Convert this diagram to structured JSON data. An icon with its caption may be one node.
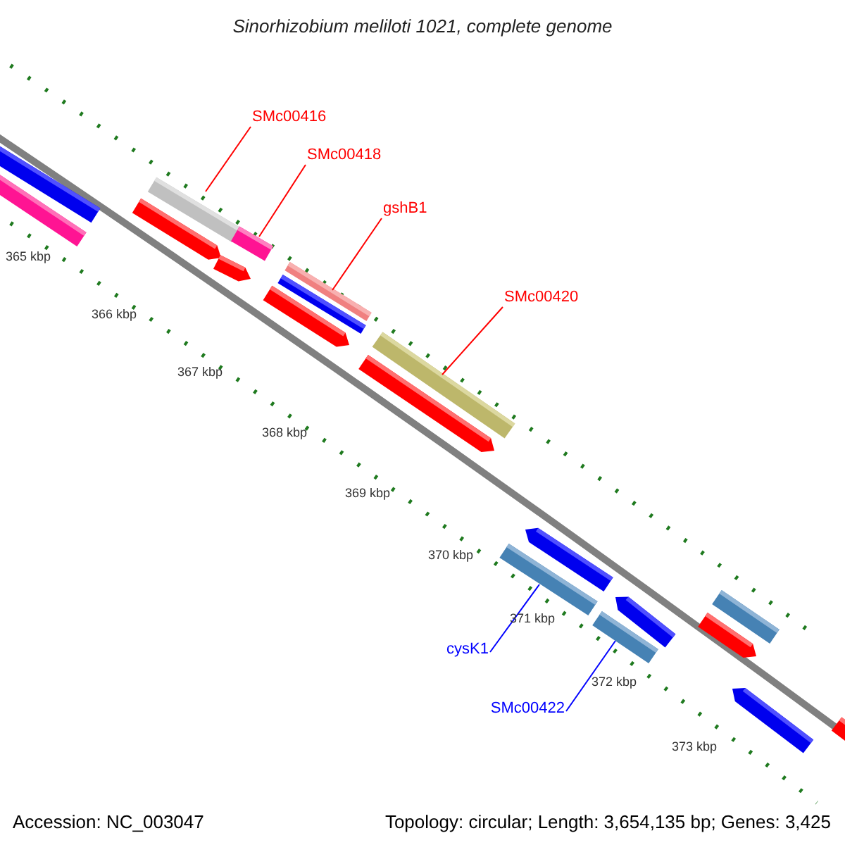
{
  "diagram": {
    "title": "Sinorhizobium meliloti 1021, complete genome",
    "nodes": [
      {
        "text": [
          "SMc00416"
        ]
      },
      {
        "text": [
          "SMc00418"
        ]
      },
      {
        "text": [
          "gshB1"
        ]
      },
      {
        "text": [
          "SMc00420"
        ]
      },
      {
        "text": [
          "cysK1"
        ]
      },
      {
        "text": [
          "SMc00422"
        ]
      },
      {
        "text": [],
        "shape": "bar"
      },
      {
        "text": [],
        "shape": "bar"
      },
      {
        "text": [],
        "shape": "arrow"
      },
      {
        "text": [],
        "shape": "bar"
      },
      {
        "text": [],
        "shape": "arrow"
      },
      {
        "text": [],
        "shape": "bar"
      },
      {
        "text": [],
        "shape": "arrow"
      },
      {
        "text": [],
        "shape": "bar"
      },
      {
        "text": [],
        "shape": "bar"
      },
      {
        "text": [],
        "shape": "arrow"
      },
      {
        "text": [],
        "shape": "bar"
      },
      {
        "text": [],
        "shape": "bar"
      },
      {
        "text": [],
        "shape": "arrow"
      },
      {
        "text": [],
        "shape": "bar"
      },
      {
        "text": [],
        "shape": "arrow"
      },
      {
        "text": [],
        "shape": "arrow"
      },
      {
        "text": [],
        "shape": "bar"
      },
      {
        "text": [],
        "shape": "arrow"
      },
      {
        "text": [],
        "shape": "bar"
      }
    ],
    "edges": [
      {
        "from": 0,
        "to": 9,
        "arrow": "none"
      },
      {
        "from": 1,
        "to": 11,
        "arrow": "none"
      },
      {
        "from": 2,
        "to": 14,
        "arrow": "none"
      },
      {
        "from": 3,
        "to": 16,
        "arrow": "none"
      },
      {
        "from": 4,
        "to": 17,
        "arrow": "none",
        "color": "#0000ff"
      },
      {
        "from": 5,
        "to": 19,
        "arrow": "none",
        "color": "#0000ff"
      }
    ],
    "labels": [
      "365 kbp",
      "366 kbp",
      "367 kbp",
      "368 kbp",
      "369 kbp",
      "370 kbp",
      "371 kbp",
      "372 kbp",
      "373 kbp",
      "Accession: NC_003047",
      "Topology: circular; Length: 3,654,135 bp; Genes: 3,425"
    ]
  }
}
